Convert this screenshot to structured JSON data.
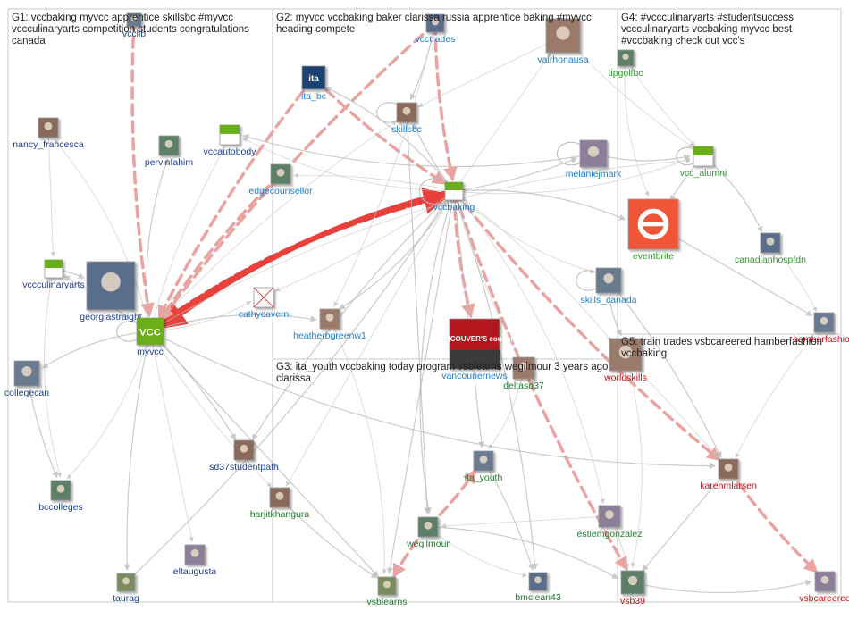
{
  "colors": {
    "g1": "#1f3f8f",
    "g2": "#1b7fc9",
    "g3": "#1f7a2f",
    "g4": "#2e9a2a",
    "g5": "#c0121a",
    "edge_gray": "#b9b9b9",
    "edge_red": "#e8413c",
    "edge_pink": "#e9a3a0"
  },
  "groups": [
    {
      "id": "G1",
      "title": "G1: vccbaking myvcc apprentice skillsbc #myvcc\nvccculinaryarts competition students congratulations\ncanada"
    },
    {
      "id": "G2",
      "title": "G2: myvcc vccbaking baker clarissa russia apprentice baking #myvcc\nheading compete"
    },
    {
      "id": "G4",
      "title": "G4: #vccculinaryarts #studentsuccess\nvccculinaryarts vccbaking myvcc best\n#vccbaking check out vcc's"
    },
    {
      "id": "G3",
      "title": "G3: ita_youth vccbaking today program vsblearns wegilmour 3 years ago\nclarissa"
    },
    {
      "id": "G5",
      "title": "G5: train trades vsbcareered hamberfashion\nvccbaking"
    }
  ],
  "nodes": [
    {
      "id": "vcclib",
      "label": "vcclib",
      "group": "g1",
      "icon": "photo-icon"
    },
    {
      "id": "nancy_francesca",
      "label": "nancy_francesca",
      "group": "g1",
      "icon": "photo-icon"
    },
    {
      "id": "pervinfahim",
      "label": "pervinfahim",
      "group": "g1",
      "icon": "photo-icon"
    },
    {
      "id": "vccautobody",
      "label": "vccautobody",
      "group": "g1",
      "icon": "vcc-logo-icon"
    },
    {
      "id": "vccculinaryarts",
      "label": "vccculinaryarts",
      "group": "g1",
      "icon": "vcc-logo-icon"
    },
    {
      "id": "georgiastraight",
      "label": "georgiastraight",
      "group": "g1",
      "icon": "photo-icon"
    },
    {
      "id": "myvcc",
      "label": "myvcc",
      "group": "g1",
      "icon": "vcc-logo-icon",
      "logo_text": "VCC"
    },
    {
      "id": "collegecan",
      "label": "collegecan",
      "group": "g1",
      "icon": "photo-icon"
    },
    {
      "id": "sd37studentpath",
      "label": "sd37studentpath",
      "group": "g1",
      "icon": "photo-icon"
    },
    {
      "id": "bccolleges",
      "label": "bccolleges",
      "group": "g1",
      "icon": "photo-icon"
    },
    {
      "id": "eltaugusta",
      "label": "eltaugusta",
      "group": "g1",
      "icon": "photo-icon"
    },
    {
      "id": "taurag",
      "label": "taurag",
      "group": "g1",
      "icon": "photo-icon"
    },
    {
      "id": "vcctrades",
      "label": "vcctrades",
      "group": "g2",
      "icon": "photo-icon"
    },
    {
      "id": "valrhonausa",
      "label": "valrhonausa",
      "group": "g2",
      "icon": "photo-icon"
    },
    {
      "id": "ita_bc",
      "label": "ita_bc",
      "group": "g2",
      "icon": "ita-logo-icon",
      "logo_text": "ita"
    },
    {
      "id": "skillsbc",
      "label": "skillsbc",
      "group": "g2",
      "icon": "photo-icon"
    },
    {
      "id": "edgecounsellor",
      "label": "edgecounsellor",
      "group": "g2",
      "icon": "photo-icon"
    },
    {
      "id": "melaniejmark",
      "label": "melaniejmark",
      "group": "g2",
      "icon": "photo-icon"
    },
    {
      "id": "vccbaking",
      "label": "vccbaking",
      "group": "g2",
      "icon": "vcc-logo-icon"
    },
    {
      "id": "cathycavern",
      "label": "cathycavern",
      "group": "g2",
      "icon": "broken-image-icon"
    },
    {
      "id": "heatherbgreenw1",
      "label": "heatherbgreenw1",
      "group": "g2",
      "icon": "photo-icon"
    },
    {
      "id": "skills_canada",
      "label": "skills_canada",
      "group": "g2",
      "icon": "photo-icon"
    },
    {
      "id": "vancouverinews",
      "label": "vancouriernews",
      "group": "g2",
      "icon": "courier-logo-icon",
      "logo_text": "VANCOUVER'S courier"
    },
    {
      "id": "tipgolfbc",
      "label": "tipgolfbc",
      "group": "g4",
      "icon": "photo-icon"
    },
    {
      "id": "vcc_alumni",
      "label": "vcc_alumni",
      "group": "g4",
      "icon": "vcc-logo-icon"
    },
    {
      "id": "eventbrite",
      "label": "eventbrite",
      "group": "g4",
      "icon": "eventbrite-logo-icon"
    },
    {
      "id": "canadianhospfdn",
      "label": "canadianhospfdn",
      "group": "g4",
      "icon": "photo-icon"
    },
    {
      "id": "deltasd37",
      "label": "deltasd37",
      "group": "g3",
      "icon": "photo-icon"
    },
    {
      "id": "ita_youth",
      "label": "ita_youth",
      "group": "g3",
      "icon": "photo-icon"
    },
    {
      "id": "harjitkhangura",
      "label": "harjitkhangura",
      "group": "g3",
      "icon": "photo-icon"
    },
    {
      "id": "wegilmour",
      "label": "wegilmour",
      "group": "g3",
      "icon": "photo-icon"
    },
    {
      "id": "estiemgonzalez",
      "label": "estiemgonzalez",
      "group": "g3",
      "icon": "photo-icon"
    },
    {
      "id": "vsblearns",
      "label": "vsblearns",
      "group": "g3",
      "icon": "photo-icon"
    },
    {
      "id": "bmclean43",
      "label": "bmclean43",
      "group": "g3",
      "icon": "photo-icon"
    },
    {
      "id": "worldskills",
      "label": "worldskills",
      "group": "g5",
      "icon": "photo-icon"
    },
    {
      "id": "hamberfashion",
      "label": "hamberfashion",
      "group": "g5",
      "icon": "photo-icon"
    },
    {
      "id": "karenmlarsen",
      "label": "karenmlarsen",
      "group": "g5",
      "icon": "photo-icon"
    },
    {
      "id": "vsb39",
      "label": "vsb39",
      "group": "g5",
      "icon": "photo-icon"
    },
    {
      "id": "vsbcareered",
      "label": "vsbcareered",
      "group": "g5",
      "icon": "photo-icon"
    }
  ],
  "edges": [
    {
      "from": "vccbaking",
      "to": "myvcc",
      "style": "red-strong"
    },
    {
      "from": "myvcc",
      "to": "vccbaking",
      "style": "red-strong"
    },
    {
      "from": "ita_bc",
      "to": "myvcc",
      "style": "pink-dashed"
    },
    {
      "from": "vcctrades",
      "to": "myvcc",
      "style": "pink-dashed"
    },
    {
      "from": "vcctrades",
      "to": "vccbaking",
      "style": "pink-dashed"
    },
    {
      "from": "vcclib",
      "to": "myvcc",
      "style": "pink-dashed"
    },
    {
      "from": "edgecounsellor",
      "to": "myvcc",
      "style": "pink-dashed"
    },
    {
      "from": "ita_bc",
      "to": "vccbaking",
      "style": "pink-dashed"
    },
    {
      "from": "vccbaking",
      "to": "vancouverinews",
      "style": "pink-dashed"
    },
    {
      "from": "vccbaking",
      "to": "karenmlarsen",
      "style": "pink-dashed"
    },
    {
      "from": "karenmlarsen",
      "to": "vsbcareered",
      "style": "pink-dashed"
    },
    {
      "from": "wegilmour",
      "to": "ita_youth",
      "style": "pink-dashed"
    },
    {
      "from": "wegilmour",
      "to": "vsblearns",
      "style": "pink-dashed"
    },
    {
      "from": "vccbaking",
      "to": "vsb39",
      "style": "pink-dashed"
    },
    {
      "from": "myvcc",
      "to": "nancy_francesca",
      "style": "gray"
    },
    {
      "from": "myvcc",
      "to": "pervinfahim",
      "style": "gray"
    },
    {
      "from": "myvcc",
      "to": "vccautobody",
      "style": "gray"
    },
    {
      "from": "myvcc",
      "to": "vccculinaryarts",
      "style": "gray"
    },
    {
      "from": "myvcc",
      "to": "georgiastraight",
      "style": "gray"
    },
    {
      "from": "myvcc",
      "to": "collegecan",
      "style": "gray"
    },
    {
      "from": "myvcc",
      "to": "bccolleges",
      "style": "gray"
    },
    {
      "from": "myvcc",
      "to": "sd37studentpath",
      "style": "gray"
    },
    {
      "from": "myvcc",
      "to": "eltaugusta",
      "style": "gray"
    },
    {
      "from": "myvcc",
      "to": "taurag",
      "style": "gray"
    },
    {
      "from": "myvcc",
      "to": "cathycavern",
      "style": "gray"
    },
    {
      "from": "myvcc",
      "to": "heatherbgreenw1",
      "style": "gray"
    },
    {
      "from": "myvcc",
      "to": "skillsbc",
      "style": "gray"
    },
    {
      "from": "myvcc",
      "to": "vsblearns",
      "style": "gray"
    },
    {
      "from": "myvcc",
      "to": "harjitkhangura",
      "style": "gray"
    },
    {
      "from": "myvcc",
      "to": "karenmlarsen",
      "style": "gray"
    },
    {
      "from": "myvcc",
      "to": "vcc_alumni",
      "style": "gray"
    },
    {
      "from": "vccbaking",
      "to": "skillsbc",
      "style": "gray"
    },
    {
      "from": "vccbaking",
      "to": "valrhonausa",
      "style": "gray"
    },
    {
      "from": "vccbaking",
      "to": "melaniejmark",
      "style": "gray"
    },
    {
      "from": "vccbaking",
      "to": "skills_canada",
      "style": "gray"
    },
    {
      "from": "vccbaking",
      "to": "heatherbgreenw1",
      "style": "gray"
    },
    {
      "from": "vccbaking",
      "to": "cathycavern",
      "style": "gray"
    },
    {
      "from": "vccbaking",
      "to": "ita_youth",
      "style": "gray"
    },
    {
      "from": "vccbaking",
      "to": "deltasd37",
      "style": "gray"
    },
    {
      "from": "vccbaking",
      "to": "wegilmour",
      "style": "gray"
    },
    {
      "from": "vccbaking",
      "to": "estiemgonzalez",
      "style": "gray"
    },
    {
      "from": "vccbaking",
      "to": "bmclean43",
      "style": "gray"
    },
    {
      "from": "vccbaking",
      "to": "harjitkhangura",
      "style": "gray"
    },
    {
      "from": "vccbaking",
      "to": "sd37studentpath",
      "style": "gray"
    },
    {
      "from": "vccbaking",
      "to": "vcc_alumni",
      "style": "gray"
    },
    {
      "from": "vccbaking",
      "to": "eventbrite",
      "style": "gray"
    },
    {
      "from": "vccbaking",
      "to": "worldskills",
      "style": "gray"
    },
    {
      "from": "vccbaking",
      "to": "vsblearns",
      "style": "gray"
    },
    {
      "from": "vccbaking",
      "to": "edgecounsellor",
      "style": "gray"
    },
    {
      "from": "vccbaking",
      "to": "ita_bc",
      "style": "gray"
    },
    {
      "from": "vccbaking",
      "to": "vccautobody",
      "style": "gray"
    },
    {
      "from": "vcctrades",
      "to": "skillsbc",
      "style": "gray"
    },
    {
      "from": "valrhonausa",
      "to": "skillsbc",
      "style": "gray"
    },
    {
      "from": "vcc_alumni",
      "to": "eventbrite",
      "style": "gray"
    },
    {
      "from": "tipgolfbc",
      "to": "eventbrite",
      "style": "gray"
    },
    {
      "from": "vcc_alumni",
      "to": "canadianhospfdn",
      "style": "gray"
    },
    {
      "from": "canadianhospfdn",
      "to": "hamberfashion",
      "style": "gray"
    },
    {
      "from": "eventbrite",
      "to": "hamberfashion",
      "style": "gray"
    },
    {
      "from": "tipgolfbc",
      "to": "vcc_alumni",
      "style": "gray"
    },
    {
      "from": "skills_canada",
      "to": "worldskills",
      "style": "gray"
    },
    {
      "from": "deltasd37",
      "to": "ita_youth",
      "style": "gray"
    },
    {
      "from": "ita_youth",
      "to": "bmclean43",
      "style": "gray"
    },
    {
      "from": "estiemgonzalez",
      "to": "wegilmour",
      "style": "gray"
    },
    {
      "from": "harjitkhangura",
      "to": "vsblearns",
      "style": "gray"
    },
    {
      "from": "wegilmour",
      "to": "bmclean43",
      "style": "gray"
    },
    {
      "from": "wegilmour",
      "to": "vsb39",
      "style": "gray"
    },
    {
      "from": "estiemgonzalez",
      "to": "vsb39",
      "style": "gray"
    },
    {
      "from": "karenmlarsen",
      "to": "vsb39",
      "style": "gray"
    },
    {
      "from": "hamberfashion",
      "to": "karenmlarsen",
      "style": "gray"
    },
    {
      "from": "vsb39",
      "to": "vsbcareered",
      "style": "gray"
    },
    {
      "from": "worldskills",
      "to": "vsb39",
      "style": "gray"
    },
    {
      "from": "vccculinaryarts",
      "to": "georgiastraight",
      "style": "gray"
    },
    {
      "from": "nancy_francesca",
      "to": "vccculinaryarts",
      "style": "gray"
    },
    {
      "from": "collegecan",
      "to": "bccolleges",
      "style": "gray"
    },
    {
      "from": "vccculinaryarts",
      "to": "bccolleges",
      "style": "gray"
    },
    {
      "from": "melaniejmark",
      "to": "vccautobody",
      "style": "gray"
    },
    {
      "from": "vcctrades",
      "to": "heatherbgreenw1",
      "style": "gray"
    },
    {
      "from": "skillsbc",
      "to": "wegilmour",
      "style": "gray"
    },
    {
      "from": "valrhonausa",
      "to": "vcc_alumni",
      "style": "gray"
    },
    {
      "from": "melaniejmark",
      "to": "vcc_alumni",
      "style": "gray"
    },
    {
      "from": "heatherbgreenw1",
      "to": "vsblearns",
      "style": "gray"
    },
    {
      "from": "skills_canada",
      "to": "karenmlarsen",
      "style": "gray"
    },
    {
      "from": "worldskills",
      "to": "karenmlarsen",
      "style": "gray"
    },
    {
      "from": "taurag",
      "to": "vccbaking",
      "style": "gray"
    }
  ]
}
